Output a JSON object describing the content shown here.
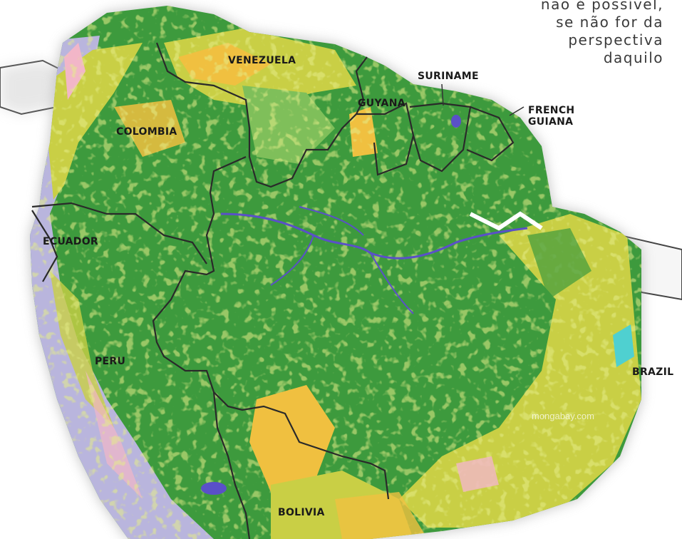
{
  "quote": {
    "lines": [
      "não é possível,",
      "se não for da",
      "perspectiva",
      "daquilo"
    ]
  },
  "countries": {
    "venezuela": "VENEZUELA",
    "suriname": "SURINAME",
    "guyana": "GUYANA",
    "french_guiana_1": "FRENCH",
    "french_guiana_2": "GUIANA",
    "colombia": "COLOMBIA",
    "ecuador": "ECUADOR",
    "peru": "PERU",
    "brazil": "BRAZIL",
    "bolivia": "BOLIVIA"
  },
  "watermark": "mongabay.com",
  "colors": {
    "forest": "#3d9a3d",
    "savanna": "#f0c040",
    "dry_forest": "#c9cf45",
    "highlands": "#b9b5dd",
    "water": "#5a50c8",
    "ocean_shadow": "#e6e6e6"
  }
}
